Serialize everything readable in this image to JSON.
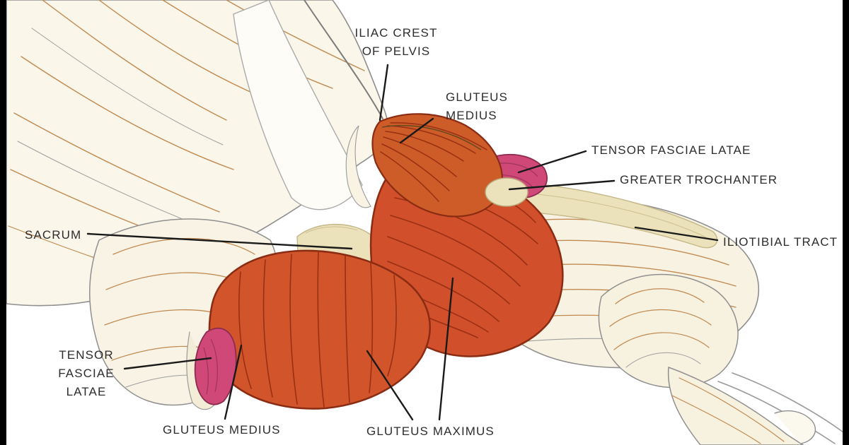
{
  "figure": {
    "type": "anatomical-diagram",
    "subject": "hindquarter gluteal muscles illustration",
    "background_color": "#ffffff",
    "edge_bar_color": "#000000",
    "palette": {
      "muscle_red": "#d14f2a",
      "muscle_orange": "#cd5c28",
      "muscle_fiber_dark": "#993014",
      "tensor_pink": "#cf4878",
      "bone_cream": "#ebe2bc",
      "sketch_tan": "#c08a52",
      "sketch_gray": "#9a9a9a",
      "label_color": "#2d2d2d",
      "leader_line_color": "#1a1a1a"
    }
  },
  "labels": {
    "iliac_crest": {
      "line1": "ILIAC CREST",
      "line2": "OF PELVIS"
    },
    "gluteus_medius_top": {
      "line1": "GLUTEUS",
      "line2": "MEDIUS"
    },
    "tensor_fasciae_latae_right": {
      "text": "TENSOR FASCIAE LATAE"
    },
    "greater_trochanter": {
      "text": "GREATER TROCHANTER"
    },
    "iliotibial_tract": {
      "text": "ILIOTIBIAL TRACT"
    },
    "sacrum": {
      "text": "SACRUM"
    },
    "tensor_fasciae_latae_left": {
      "line1": "TENSOR",
      "line2": "FASCIAE",
      "line3": "LATAE"
    },
    "gluteus_medius_bottom": {
      "text": "GLUTEUS MEDIUS"
    },
    "gluteus_maximus": {
      "text": "GLUTEUS MAXIMUS"
    }
  }
}
